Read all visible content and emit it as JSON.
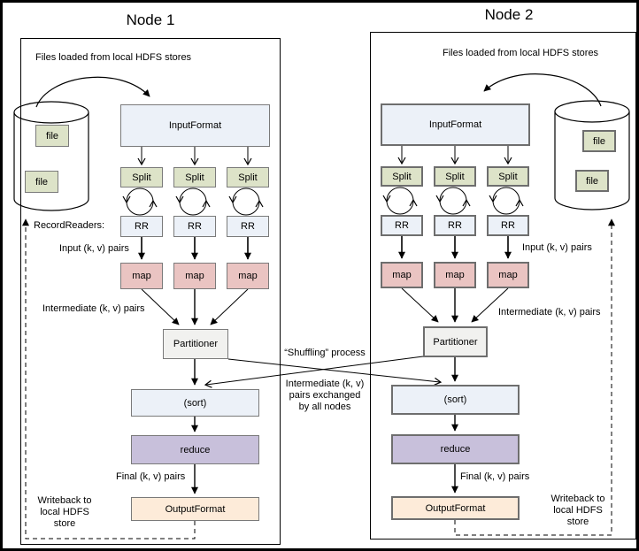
{
  "colors": {
    "olive": "#dde3c8",
    "blue": "#ecf1f8",
    "pink": "#eac4c2",
    "gray_box": "#f1f1ef",
    "purple": "#c8c0db",
    "peach": "#fdebd9"
  },
  "nodes": [
    {
      "title": "Node 1",
      "files_label": "Files loaded from local HDFS stores",
      "record_readers_label": "RecordReaders:",
      "input_pairs_label": "Input (k, v) pairs",
      "intermediate_pairs_label": "Intermediate (k, v) pairs",
      "final_pairs_label": "Final (k, v) pairs",
      "writeback_lines": [
        "Writeback to",
        "local HDFS",
        "store"
      ],
      "boxes": {
        "file": "file",
        "input_format": "InputFormat",
        "split": "Split",
        "record_reader": "RR",
        "map": "map",
        "partitioner": "Partitioner",
        "sort": "(sort)",
        "reduce": "reduce",
        "output_format": "OutputFormat"
      }
    },
    {
      "title": "Node 2",
      "files_label": "Files loaded from local HDFS stores",
      "input_pairs_label": "Input (k, v) pairs",
      "intermediate_pairs_label": "Intermediate (k, v) pairs",
      "final_pairs_label": "Final (k, v) pairs",
      "writeback_lines": [
        "Writeback to",
        "local HDFS",
        "store"
      ],
      "boxes": {
        "file": "file",
        "input_format": "InputFormat",
        "split": "Split",
        "record_reader": "RR",
        "map": "map",
        "partitioner": "Partitioner",
        "sort": "(sort)",
        "reduce": "reduce",
        "output_format": "OutputFormat"
      }
    }
  ],
  "middle": {
    "shuffling_label": "“Shuffling” process",
    "exchange_lines": [
      "Intermediate (k, v)",
      "pairs exchanged",
      "by all nodes"
    ]
  }
}
